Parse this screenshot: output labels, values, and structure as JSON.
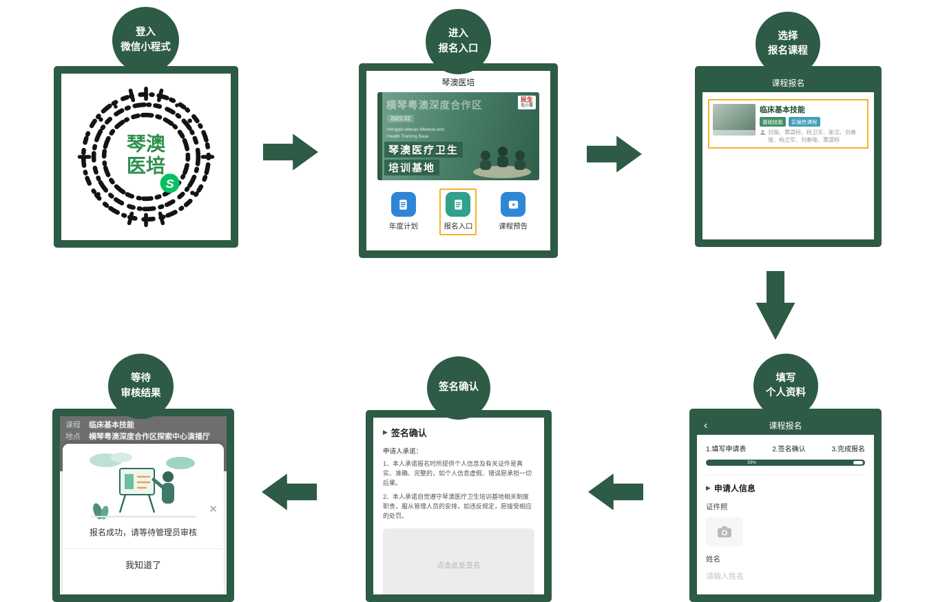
{
  "colors": {
    "brand_green": "#2d5b45",
    "highlight_yellow": "#f3b32a",
    "icon_blue": "#2f86d6",
    "icon_teal": "#31a08c",
    "tag_green": "#3f8e63",
    "tag_teal": "#3e9fb8",
    "wechat_green": "#07c160"
  },
  "badges": [
    {
      "line1": "登入",
      "line2": "微信小程式"
    },
    {
      "line1": "进入",
      "line2": "报名入口"
    },
    {
      "line1": "选择",
      "line2": "报名课程"
    },
    {
      "line1": "填写",
      "line2": "个人资料"
    },
    {
      "line1": "签名确认",
      "line2": ""
    },
    {
      "line1": "等待",
      "line2": "审核结果"
    }
  ],
  "qr_panel": {
    "center_top": "琴澳",
    "center_bottom": "医培",
    "logo_letter": "S"
  },
  "entry_panel": {
    "app_title": "琴澳医培",
    "banner": {
      "watermark": "横琴粤澳深度合作区",
      "date_tag": "2022.02",
      "en_line1": "Hengqin-Macao Medical and",
      "en_line2": "Health Training Base",
      "cn_line1": "琴澳医疗卫生",
      "cn_line2": "培训基地",
      "corner_line1": "民生",
      "corner_line2": "无小事"
    },
    "icons": [
      {
        "label": "年度计划"
      },
      {
        "label": "报名入口"
      },
      {
        "label": "课程预告"
      }
    ]
  },
  "course_panel": {
    "header": "课程报名",
    "course": {
      "title": "临床基本技能",
      "tags": [
        "基础技能",
        "实操性课程"
      ],
      "teachers": "刘璇、覃譞桓、杨卫军、崔洁、刘春隆、杨卫军、刘春隆、覃譞桓"
    }
  },
  "form_panel": {
    "back": "‹",
    "header": "课程报名",
    "steps": [
      "1.填写申请表",
      "2.签名确认",
      "3.完成报名"
    ],
    "progress_label": "33%",
    "section_title": "申请人信息",
    "photo_label": "证件照",
    "name_label": "姓名",
    "name_placeholder": "请输入姓名"
  },
  "sign_panel": {
    "title": "签名确认",
    "promise_label": "申请人承诺：",
    "clause1": "1、本人承诺报名时所提供个人信息及有关证件是真实、准确、完整的，如个人信息虚假、错误愿承担一切后果。",
    "clause2": "2、本人承诺自觉遵守琴澳医疗卫生培训基地相关制度职责，服从管理人员的安排，如违反规定，愿接受相应的处罚。",
    "signature_placeholder": "点击此处签名"
  },
  "result_panel": {
    "rows": [
      {
        "label": "课程",
        "value": "临床基本技能"
      },
      {
        "label": "地点",
        "value": "横琴粤澳深度合作区探索中心演播厅"
      }
    ],
    "close_glyph": "✕",
    "message": "报名成功，请等待管理员审核",
    "confirm": "我知道了"
  }
}
